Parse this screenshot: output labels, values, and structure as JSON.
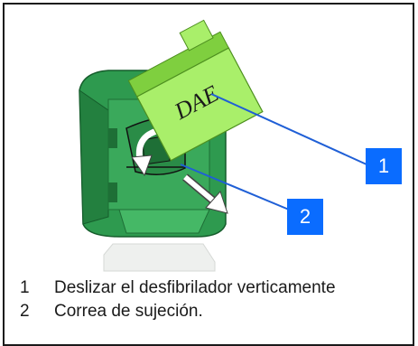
{
  "device_label": "DAE",
  "callouts": [
    "1",
    "2"
  ],
  "legend": [
    {
      "number": "1",
      "text": "Deslizar el desfibrilador verticamente"
    },
    {
      "number": "2",
      "text": "Correa de sujeción."
    }
  ],
  "colors": {
    "cabinet": "#2e9a4f",
    "cabinet_dark": "#1e6f36",
    "defibrillator": "#a9ef6a",
    "callout": "#0a6cff",
    "leader_line": "#1f5fd6"
  }
}
